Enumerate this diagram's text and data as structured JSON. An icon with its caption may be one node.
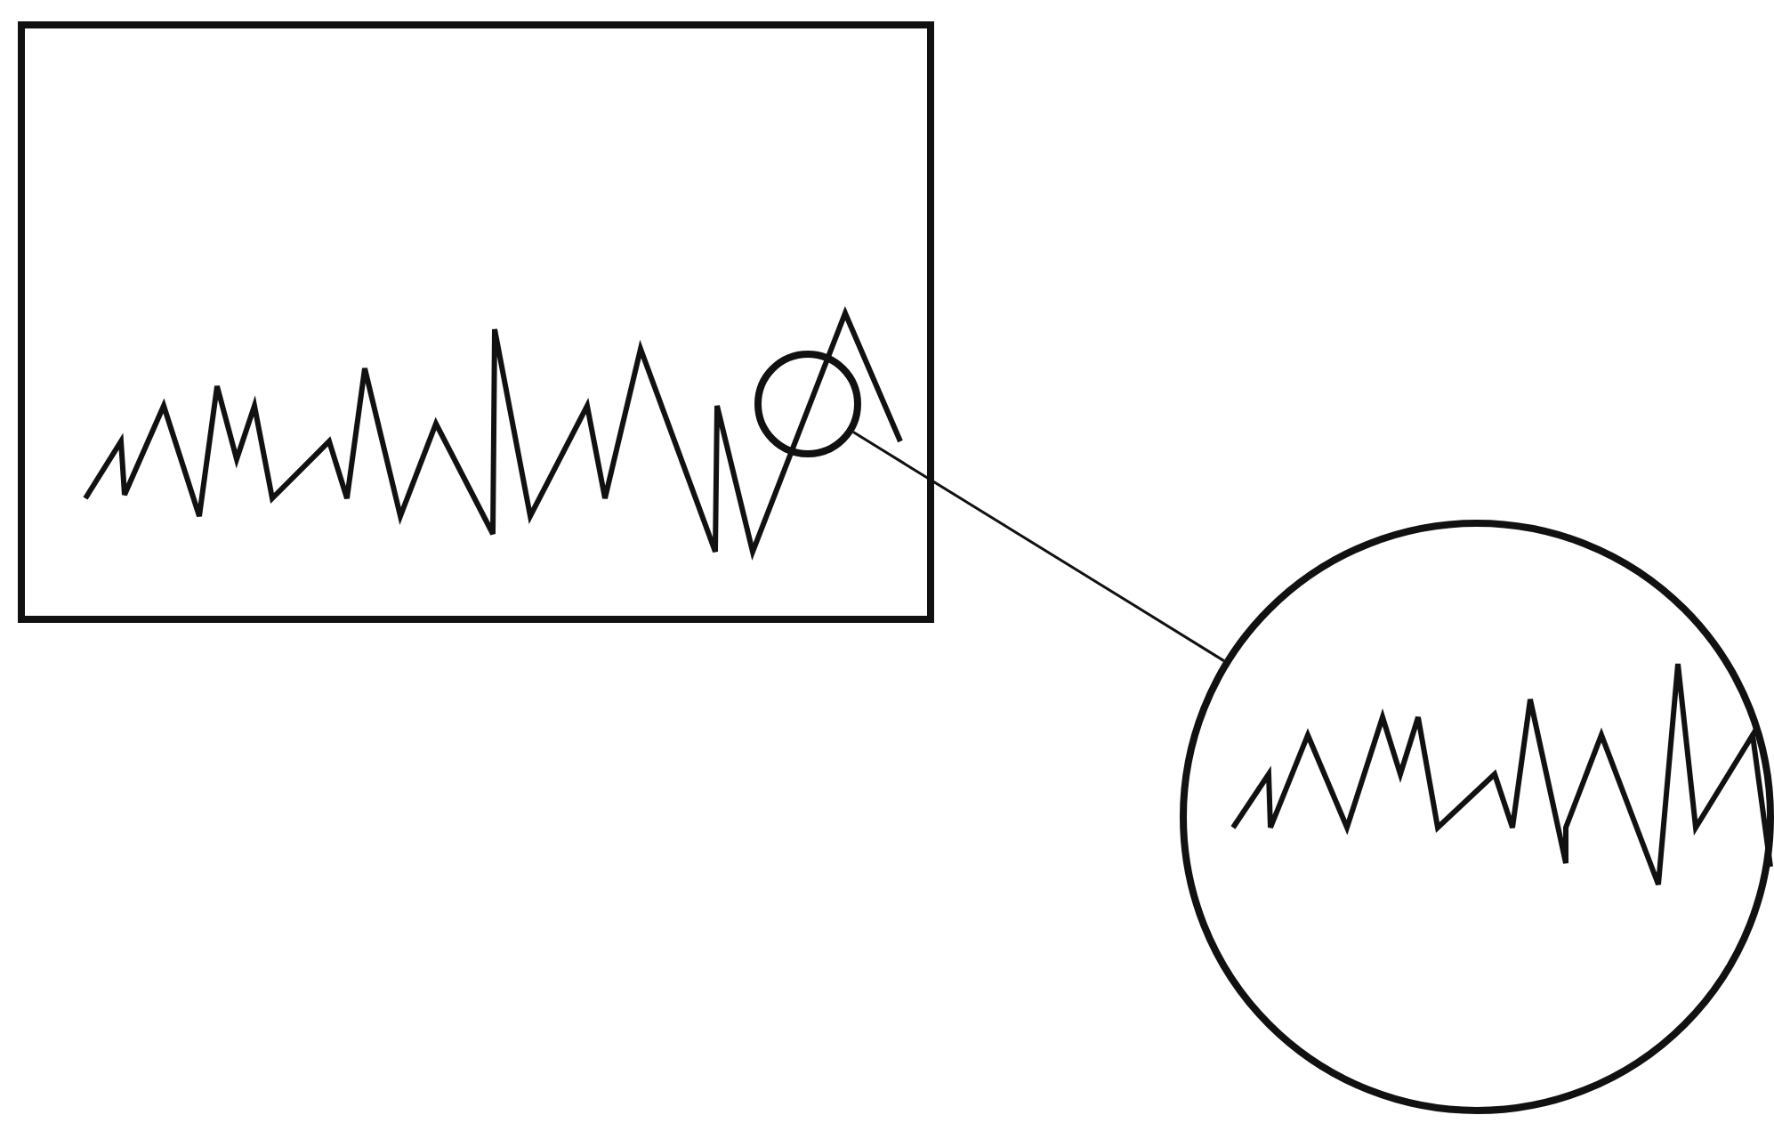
{
  "diagram": {
    "nodes": [
      {
        "text": [],
        "shape": "box"
      },
      {
        "text": [],
        "shape": "circle",
        "in": 0
      },
      {
        "text": [],
        "shape": "circle"
      }
    ],
    "edges": [
      {
        "from": 1,
        "to": 2,
        "arrow": "none"
      }
    ]
  }
}
